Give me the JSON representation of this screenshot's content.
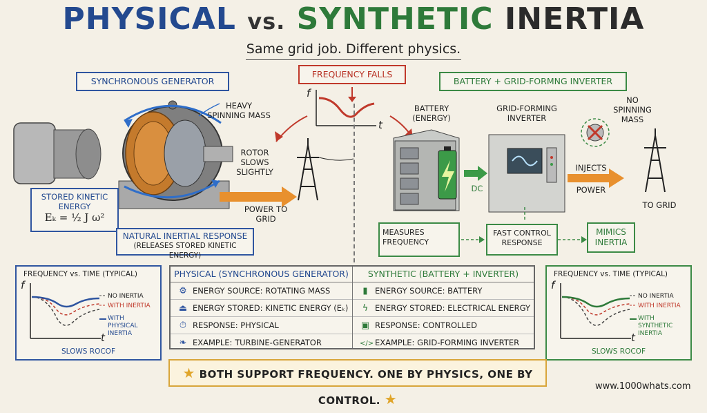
{
  "title": {
    "physical": "PHYSICAL",
    "vs": "vs.",
    "synthetic": "SYNTHETIC",
    "inertia": "INERTIA"
  },
  "subtitle": "Same grid job. Different physics.",
  "left": {
    "header": "SYNCHRONOUS GENERATOR",
    "heavy_mass": "HEAVY SPINNING MASS",
    "rotor_slows": "ROTOR SLOWS SLIGHTLY",
    "power_to_grid": "POWER TO GRID",
    "stored_ke": "STORED KINETIC ENERGY",
    "formula": "Eₖ = ½ J ω²",
    "natural_response": "NATURAL INERTIAL RESPONSE",
    "natural_response_sub": "(RELEASES STORED KINETIC ENERGY)"
  },
  "center": {
    "freq_falls": "FREQUENCY FALLS",
    "axis_f": "f",
    "axis_t": "t"
  },
  "right": {
    "header": "BATTERY + GRID-FORMNG INVERTER",
    "battery": "BATTERY (ENERGY)",
    "inverter": "GRID-FORMING INVERTER",
    "no_mass": "NO SPINNING MASS",
    "dc": "DC",
    "injects": "INJECTS",
    "power": "POWER",
    "to_grid": "TO GRID",
    "measures": "MEASURES FREQUENCY",
    "fast_control": "FAST CONTROL RESPONSE",
    "mimics": "MIMICS INERTIA"
  },
  "graph_left": {
    "title": "FREQUENCY vs. TIME (TYPICAL)",
    "axis_f": "f",
    "axis_t": "t",
    "legend": [
      "NO INERTIA",
      "WITH INERTIA",
      "WITH PHYSICAL INERTIA"
    ],
    "footer": "SLOWS ROCOF"
  },
  "graph_right": {
    "title": "FREQUENCY vs. TIME (TYPICAL)",
    "axis_f": "f",
    "axis_t": "t",
    "legend": [
      "NO INERTIA",
      "WITH INERTIA",
      "WITH SYNTHETIC INERTIA"
    ],
    "footer": "SLOWS ROCOF"
  },
  "comparison": {
    "physical_header": "PHYSICAL (SYNCHRONOUS GENERATOR)",
    "synthetic_header": "SYNTHETIC (BATTERY + INVERTER)",
    "physical_rows": [
      {
        "icon": "gear-icon",
        "text": "ENERGY SOURCE: ROTATING MASS"
      },
      {
        "icon": "weight-icon",
        "text": "ENERGY STORED: KINETIC ENERGY (Eₖ)"
      },
      {
        "icon": "stopwatch-icon",
        "text": "RESPONSE: PHYSICAL"
      },
      {
        "icon": "leaf-icon",
        "text": "EXAMPLE: TURBINE-GENERATOR"
      }
    ],
    "synthetic_rows": [
      {
        "icon": "battery-icon",
        "text": "ENERGY SOURCE: BATTERY"
      },
      {
        "icon": "lightning-icon",
        "text": "ENERGY STORED: ELECTRICAL ENERGY"
      },
      {
        "icon": "chip-icon",
        "text": "RESPONSE: CONTROLLED"
      },
      {
        "icon": "code-icon",
        "text": "EXAMPLE: GRID-FORMING INVERTER"
      }
    ]
  },
  "banner": "BOTH SUPPORT FREQUENCY. ONE BY PHYSICS, ONE BY CONTROL.",
  "url": "www.1000whats.com",
  "colors": {
    "physical": "#23498f",
    "synthetic": "#2e7a3a",
    "alert": "#c0392b",
    "power_arrow": "#e8902e",
    "banner_border": "#d8a53a"
  }
}
